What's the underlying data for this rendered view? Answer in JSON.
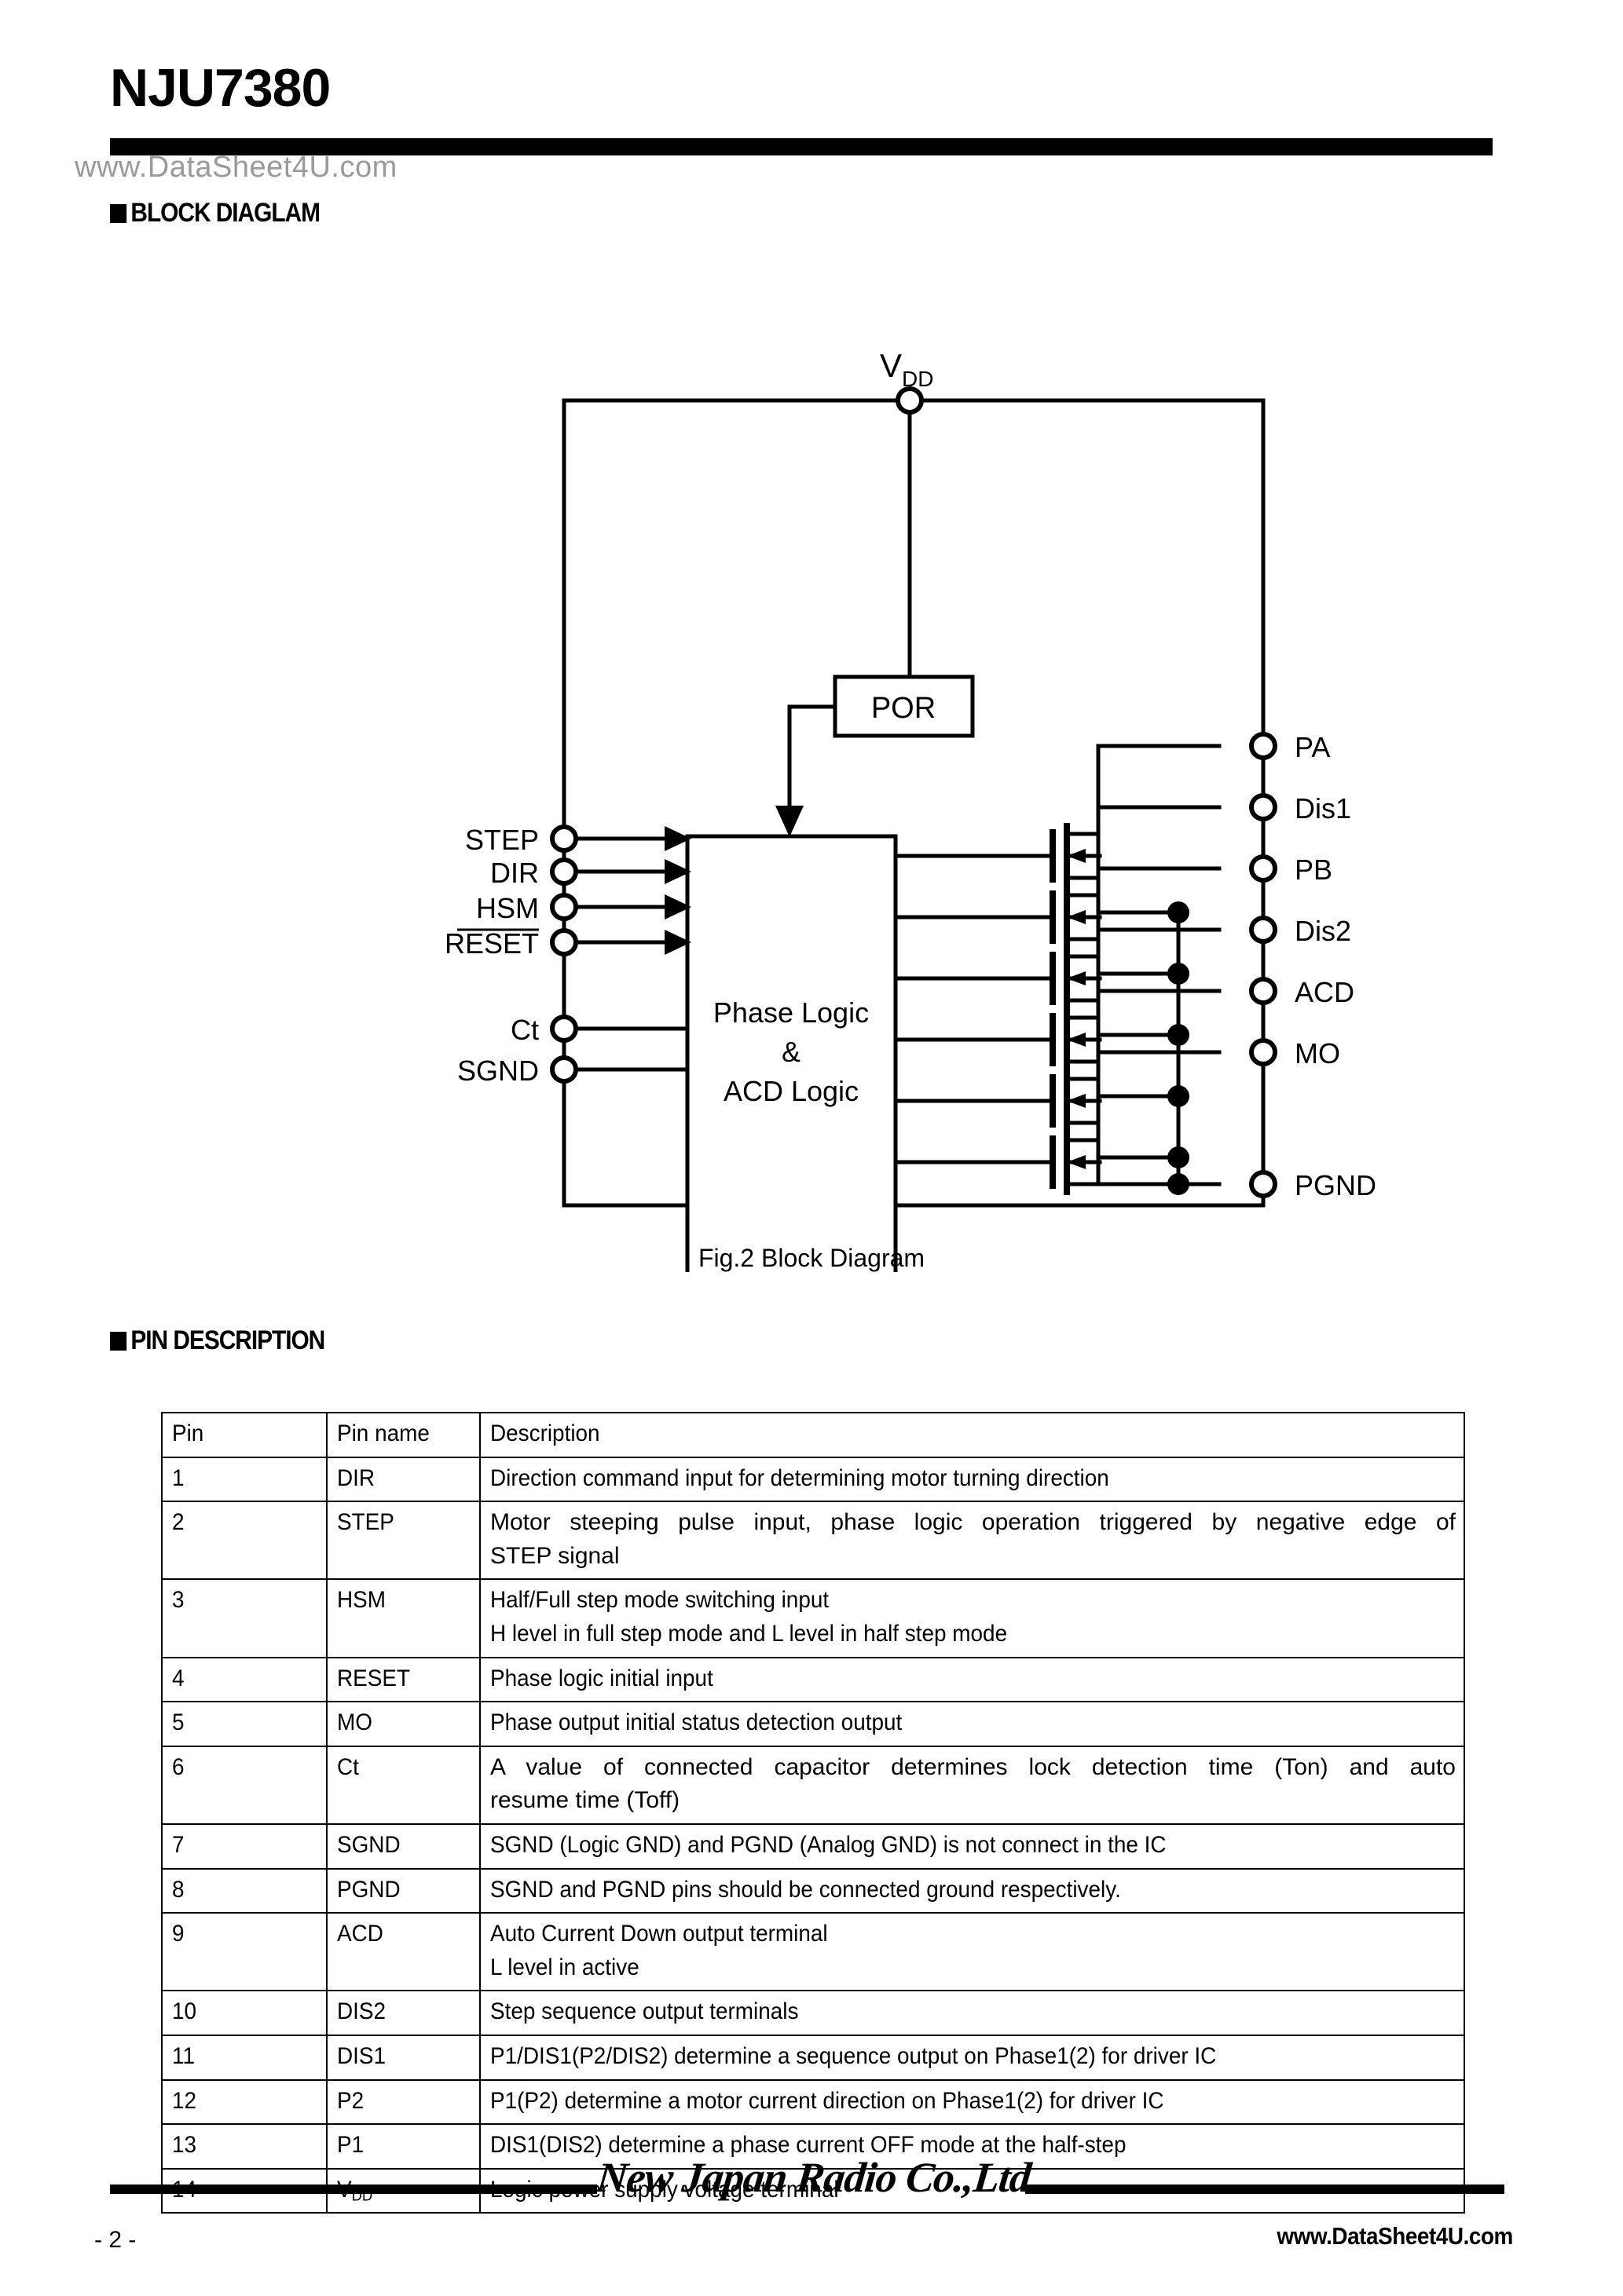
{
  "header": {
    "title": "NJU7380",
    "watermark": "www.DataSheet4U.com"
  },
  "sections": {
    "block_diagram_heading": "BLOCK DIAGLAM",
    "pin_description_heading": "PIN DESCRIPTION"
  },
  "diagram": {
    "caption": "Fig.2 Block Diagram",
    "supply_label": "VDD",
    "supply_label_main": "V",
    "supply_label_sub": "DD",
    "por_label": "POR",
    "core_block_lines": [
      "Phase Logic",
      "&",
      "ACD Logic"
    ],
    "input_pins": [
      {
        "label": "STEP",
        "arrow": true
      },
      {
        "label": "DIR",
        "arrow": true
      },
      {
        "label": "HSM",
        "arrow": true
      },
      {
        "label": "RESET",
        "arrow": true,
        "overline": true
      },
      {
        "label": "Ct",
        "arrow": false
      },
      {
        "label": "SGND",
        "arrow": false
      }
    ],
    "output_pins": [
      {
        "label": "PA"
      },
      {
        "label": "Dis1"
      },
      {
        "label": "PB"
      },
      {
        "label": "Dis2"
      },
      {
        "label": "ACD"
      },
      {
        "label": "MO"
      },
      {
        "label": "PGND"
      }
    ]
  },
  "pin_table": {
    "columns": [
      "Pin",
      "Pin name",
      "Description"
    ],
    "rows": [
      {
        "pin": "1",
        "name": "DIR",
        "desc": "Direction command input for determining motor turning direction",
        "justify": false
      },
      {
        "pin": "2",
        "name": "STEP",
        "desc": "Motor steeping pulse input, phase logic operation triggered by negative edge of|STEP signal",
        "justify": true
      },
      {
        "pin": "3",
        "name": "HSM",
        "desc": "Half/Full step mode switching input\nH level in full step mode and L level in half step mode",
        "justify": false
      },
      {
        "pin": "4",
        "name": "RESET",
        "desc": "Phase logic initial input",
        "justify": false
      },
      {
        "pin": "5",
        "name": "MO",
        "desc": "Phase output initial status detection output",
        "justify": false
      },
      {
        "pin": "6",
        "name": "Ct",
        "desc": "A value of connected capacitor determines lock detection time (Ton) and auto|resume time (Toff)",
        "justify": true
      },
      {
        "pin": "7",
        "name": "SGND",
        "desc": "SGND (Logic GND) and PGND (Analog GND) is not connect in the IC",
        "justify": false
      },
      {
        "pin": "8",
        "name": "PGND",
        "desc": "SGND and PGND pins should be connected ground respectively.",
        "justify": false
      },
      {
        "pin": "9",
        "name": "ACD",
        "desc": "Auto Current Down output terminal\nL level in active",
        "justify": false
      },
      {
        "pin": "10",
        "name": "DIS2",
        "desc": "Step sequence output terminals",
        "justify": false
      },
      {
        "pin": "11",
        "name": "DIS1",
        "desc": "P1/DIS1(P2/DIS2) determine a sequence output on Phase1(2) for driver IC",
        "justify": false
      },
      {
        "pin": "12",
        "name": "P2",
        "desc": "P1(P2) determine a motor current direction on Phase1(2) for driver IC",
        "justify": false
      },
      {
        "pin": "13",
        "name": "P1",
        "desc": "DIS1(DIS2) determine a phase current OFF mode at the half-step",
        "justify": false
      },
      {
        "pin": "14",
        "name": "VDD",
        "name_main": "V",
        "name_sub": "DD",
        "desc": "Logic power supply voltage terminal",
        "justify": false
      }
    ]
  },
  "footer": {
    "company": "New Japan Radio Co.,Ltd.",
    "page_number": "- 2 -",
    "watermark": "www.DataSheet4U.com"
  }
}
